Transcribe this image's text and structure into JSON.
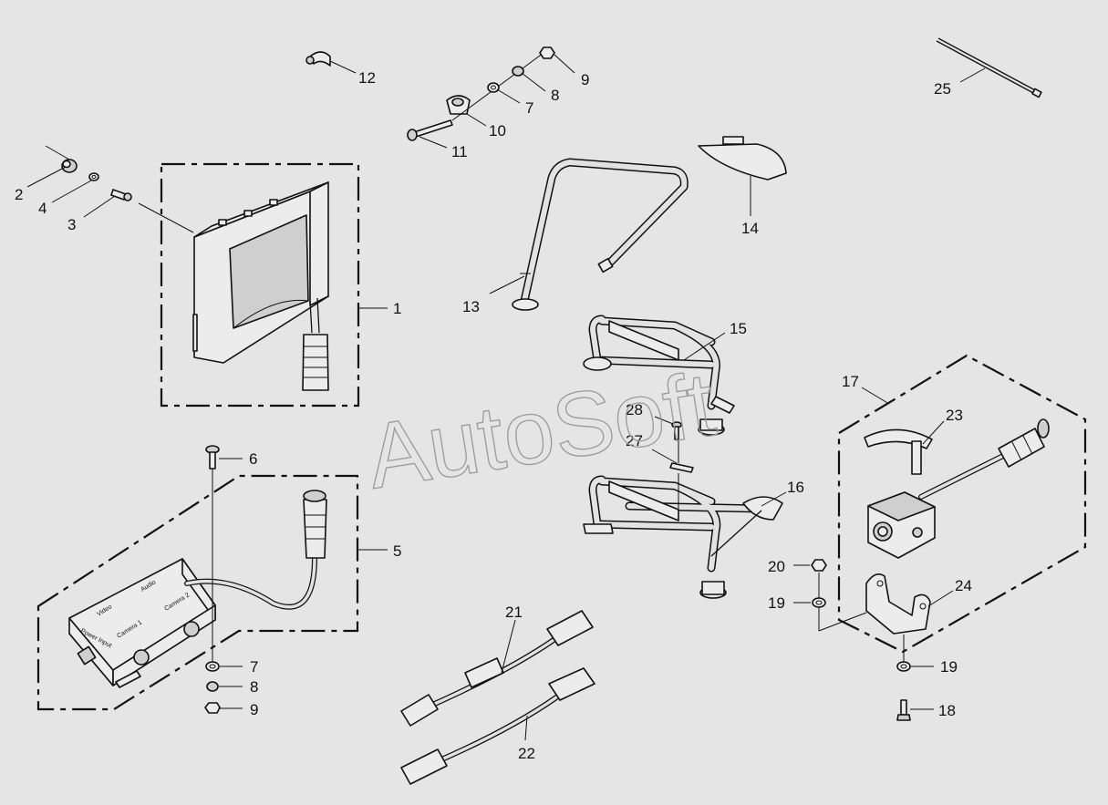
{
  "watermark": "AutoSoft",
  "callouts": [
    "1",
    "2",
    "3",
    "4",
    "5",
    "6",
    "7",
    "8",
    "9",
    "10",
    "11",
    "12",
    "13",
    "14",
    "15",
    "16",
    "17",
    "18",
    "19",
    "20",
    "21",
    "22",
    "23",
    "24",
    "25"
  ],
  "repeat_callouts": {
    "c7b": "7",
    "c8b": "8",
    "c9b": "9",
    "c19b": "19"
  },
  "control_box_labels": {
    "video": "Video",
    "audio": "Audio",
    "power_input": "Power Input",
    "camera_1": "Camera 1",
    "camera_2": "Camera 2"
  }
}
